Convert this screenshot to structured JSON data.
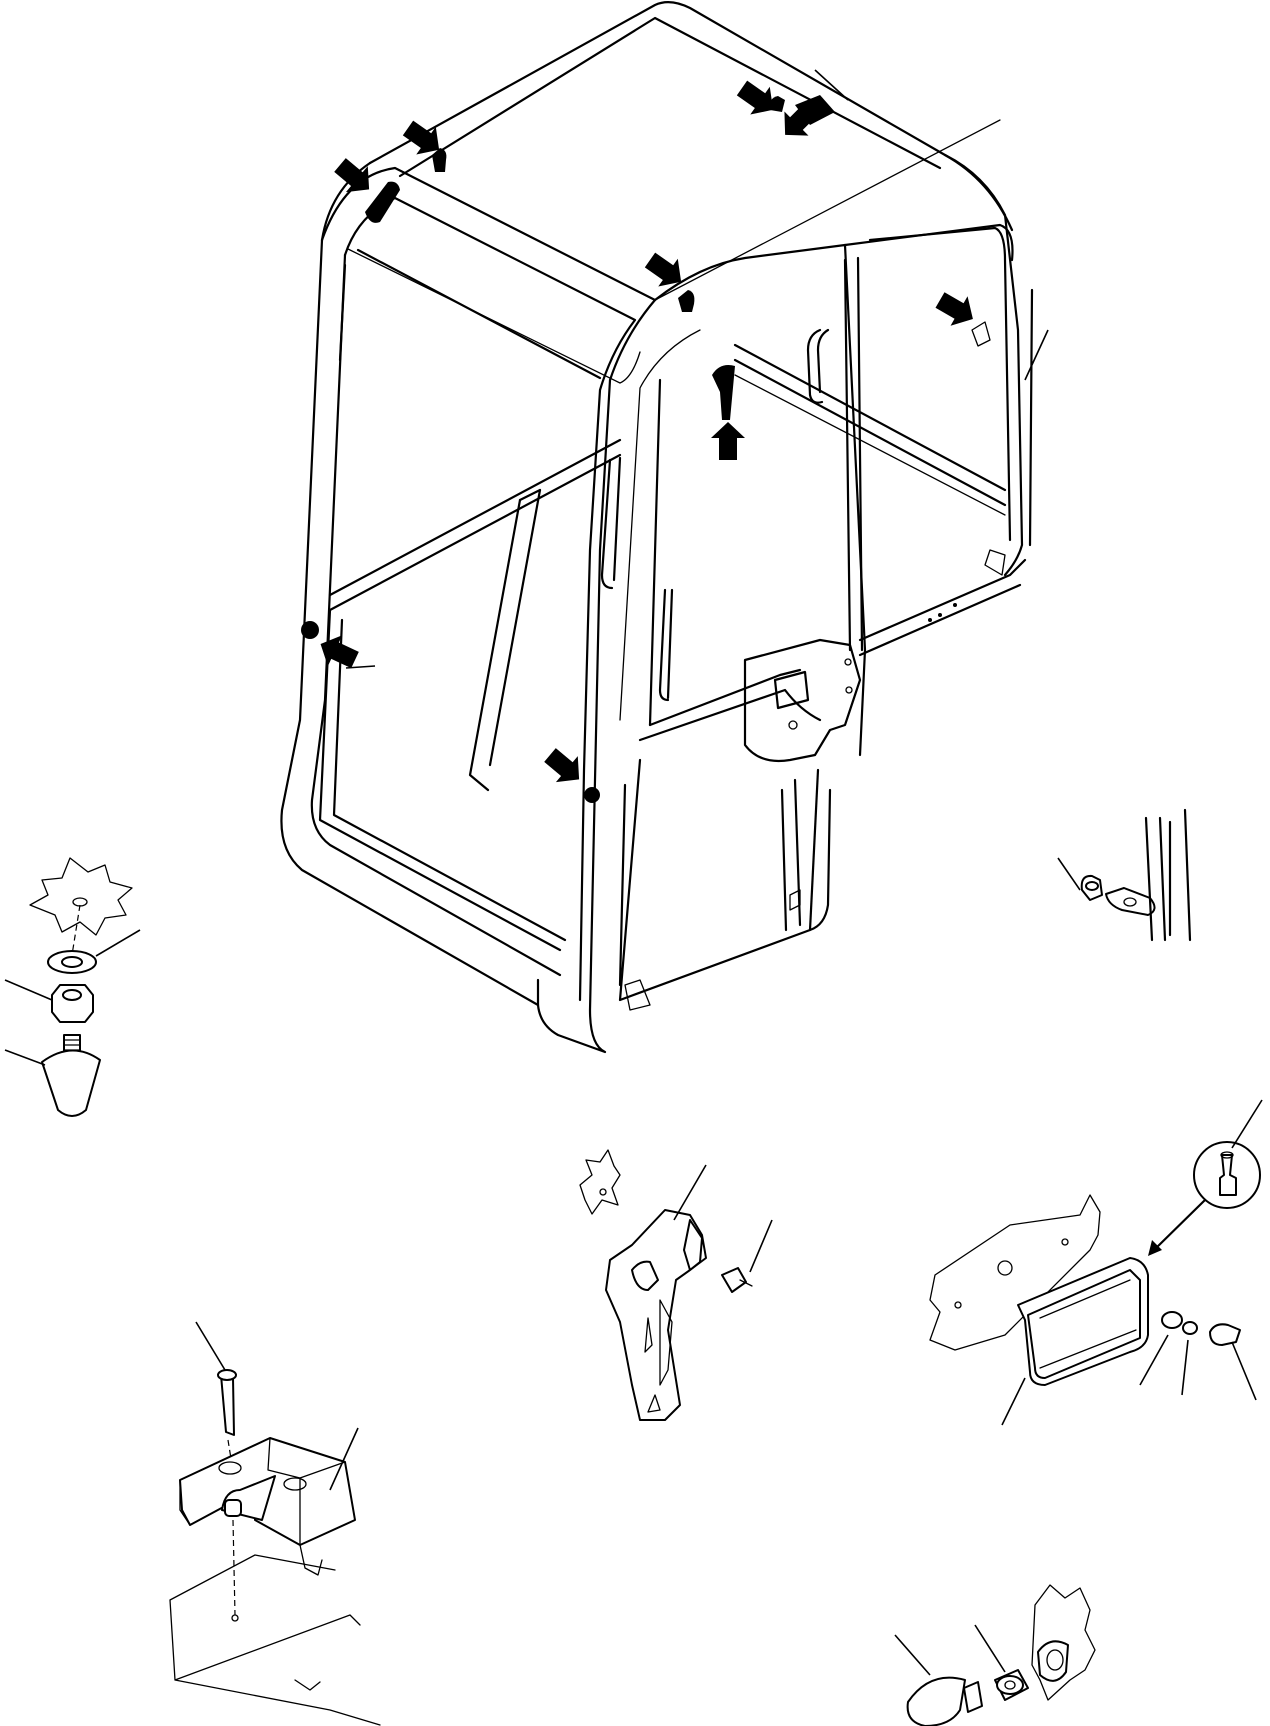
{
  "diagram": {
    "type": "exploded-parts-illustration",
    "subject": "operator cab",
    "text_labels": [],
    "colors": {
      "line": "#000000",
      "background": "#ffffff"
    },
    "assemblies": [
      "cab-frame",
      "cab-mount-cone",
      "door-catch",
      "door-striker-lock",
      "side-stopper",
      "rubber-bumper",
      "door-holder",
      "door-cushion-stopper"
    ]
  }
}
